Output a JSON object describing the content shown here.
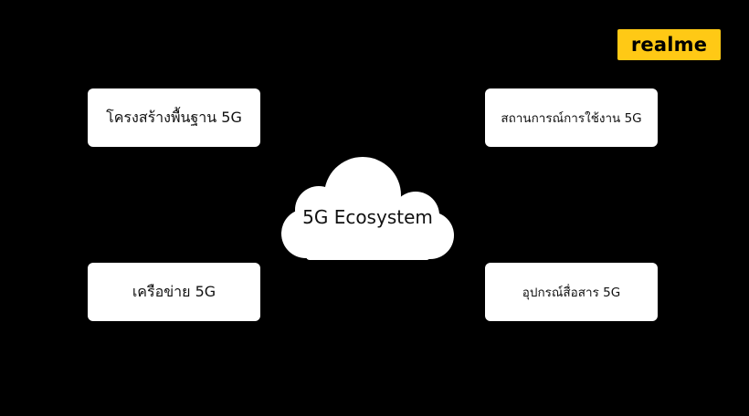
{
  "brand": {
    "logo_text": "realme",
    "color": "#FFC915"
  },
  "diagram": {
    "center": {
      "label": "5G Ecosystem",
      "shape": "cloud"
    },
    "nodes": [
      {
        "label": "โครงสร้างพื้นฐาน 5G"
      },
      {
        "label": "สถานการณ์การใช้งาน 5G"
      },
      {
        "label": "เครือข่าย 5G"
      },
      {
        "label": "อุปกรณ์สื่อสาร 5G"
      }
    ]
  },
  "colors": {
    "background": "#000000",
    "card": "#FFFFFF",
    "text": "#111111"
  }
}
